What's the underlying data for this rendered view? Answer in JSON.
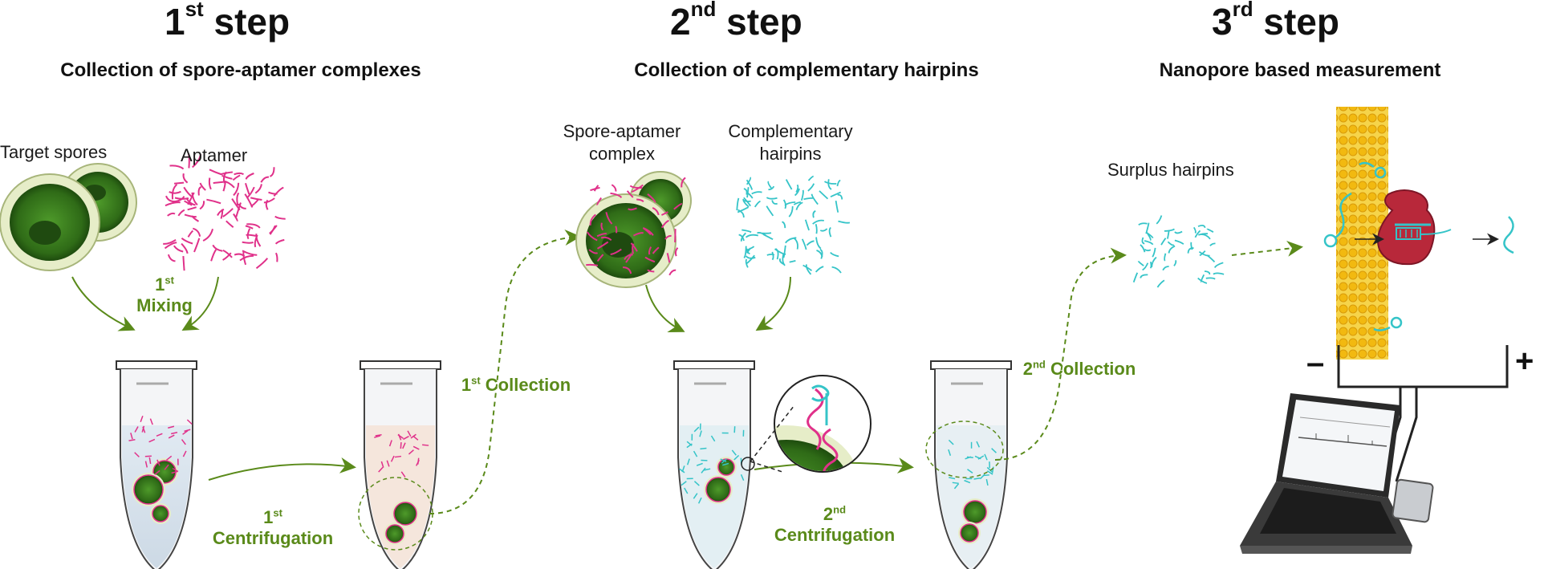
{
  "steps": [
    {
      "ordinal": "1",
      "suffix": "st",
      "word": "step",
      "subtitle": "Collection of spore-aptamer complexes"
    },
    {
      "ordinal": "2",
      "suffix": "nd",
      "word": "step",
      "subtitle": "Collection of complementary hairpins"
    },
    {
      "ordinal": "3",
      "suffix": "rd",
      "word": "step",
      "subtitle": "Nanopore based measurement"
    }
  ],
  "labels": {
    "target_spores": "Target spores",
    "aptamer": "Aptamer",
    "spore_aptamer_line1": "Spore-aptamer",
    "spore_aptamer_line2": "complex",
    "complementary_line1": "Complementary",
    "complementary_line2": "hairpins",
    "surplus_hairpins": "Surplus hairpins",
    "minus": "–",
    "plus": "+"
  },
  "process": {
    "mixing": {
      "ordinal": "1",
      "suffix": "st",
      "word": "Mixing"
    },
    "centrifugation1": {
      "ordinal": "1",
      "suffix": "st",
      "word": "Centrifugation"
    },
    "collection1": {
      "ordinal": "1",
      "suffix": "st",
      "word": "Collection"
    },
    "centrifugation2": {
      "ordinal": "2",
      "suffix": "nd",
      "word": "Centrifugation"
    },
    "collection2": {
      "ordinal": "2",
      "suffix": "nd",
      "word": "Collection"
    }
  },
  "colors": {
    "process_green": "#5a8a1a",
    "spore_green": "#3f7f1f",
    "aptamer_pink": "#e0318a",
    "hairpin_cyan": "#35c4c8",
    "pore_red": "#b8283a",
    "membrane_yellow": "#f2c21a"
  }
}
